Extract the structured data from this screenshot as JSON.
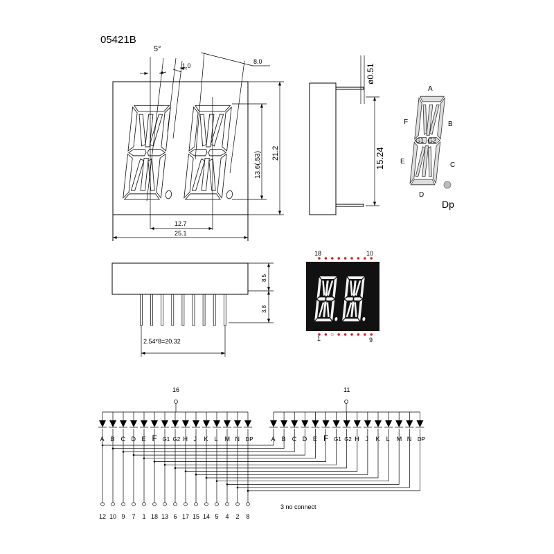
{
  "title": "05421B",
  "front_view": {
    "angle": "5°",
    "seg_width": "1.0",
    "char_width": "8.0",
    "char_height": "13.6(.53)",
    "height": "21.2",
    "pitch": "12.7",
    "width": "25.1"
  },
  "side_view": {
    "pin_diameter": "ø0.51",
    "row_spacing": "15.24"
  },
  "bottom_view": {
    "body_height": "8.5",
    "pin_length": "3.8",
    "pin_span": "2.54*8=20.32"
  },
  "segment_map": {
    "labels": {
      "A": "A",
      "B": "B",
      "C": "C",
      "D": "D",
      "E": "E",
      "F": "F",
      "G1": "G1",
      "G2": "G2",
      "DP": "Dp"
    }
  },
  "photo": {
    "pin_top_left": "18",
    "pin_top_right": "10",
    "pin_bottom_left": "1",
    "pin_bottom_right": "9",
    "body_color": "#111111",
    "pin_dot_color": "#cc2222"
  },
  "schematic": {
    "common_left": "16",
    "common_right": "11",
    "segments": [
      "A",
      "B",
      "C",
      "D",
      "E",
      "F",
      "G1",
      "G2",
      "H",
      "J",
      "K",
      "L",
      "M",
      "N",
      "DP"
    ],
    "pins": [
      "12",
      "10",
      "9",
      "7",
      "1",
      "18",
      "13",
      "6",
      "17",
      "15",
      "14",
      "5",
      "4",
      "2",
      "8"
    ],
    "note": "3 no connect"
  }
}
